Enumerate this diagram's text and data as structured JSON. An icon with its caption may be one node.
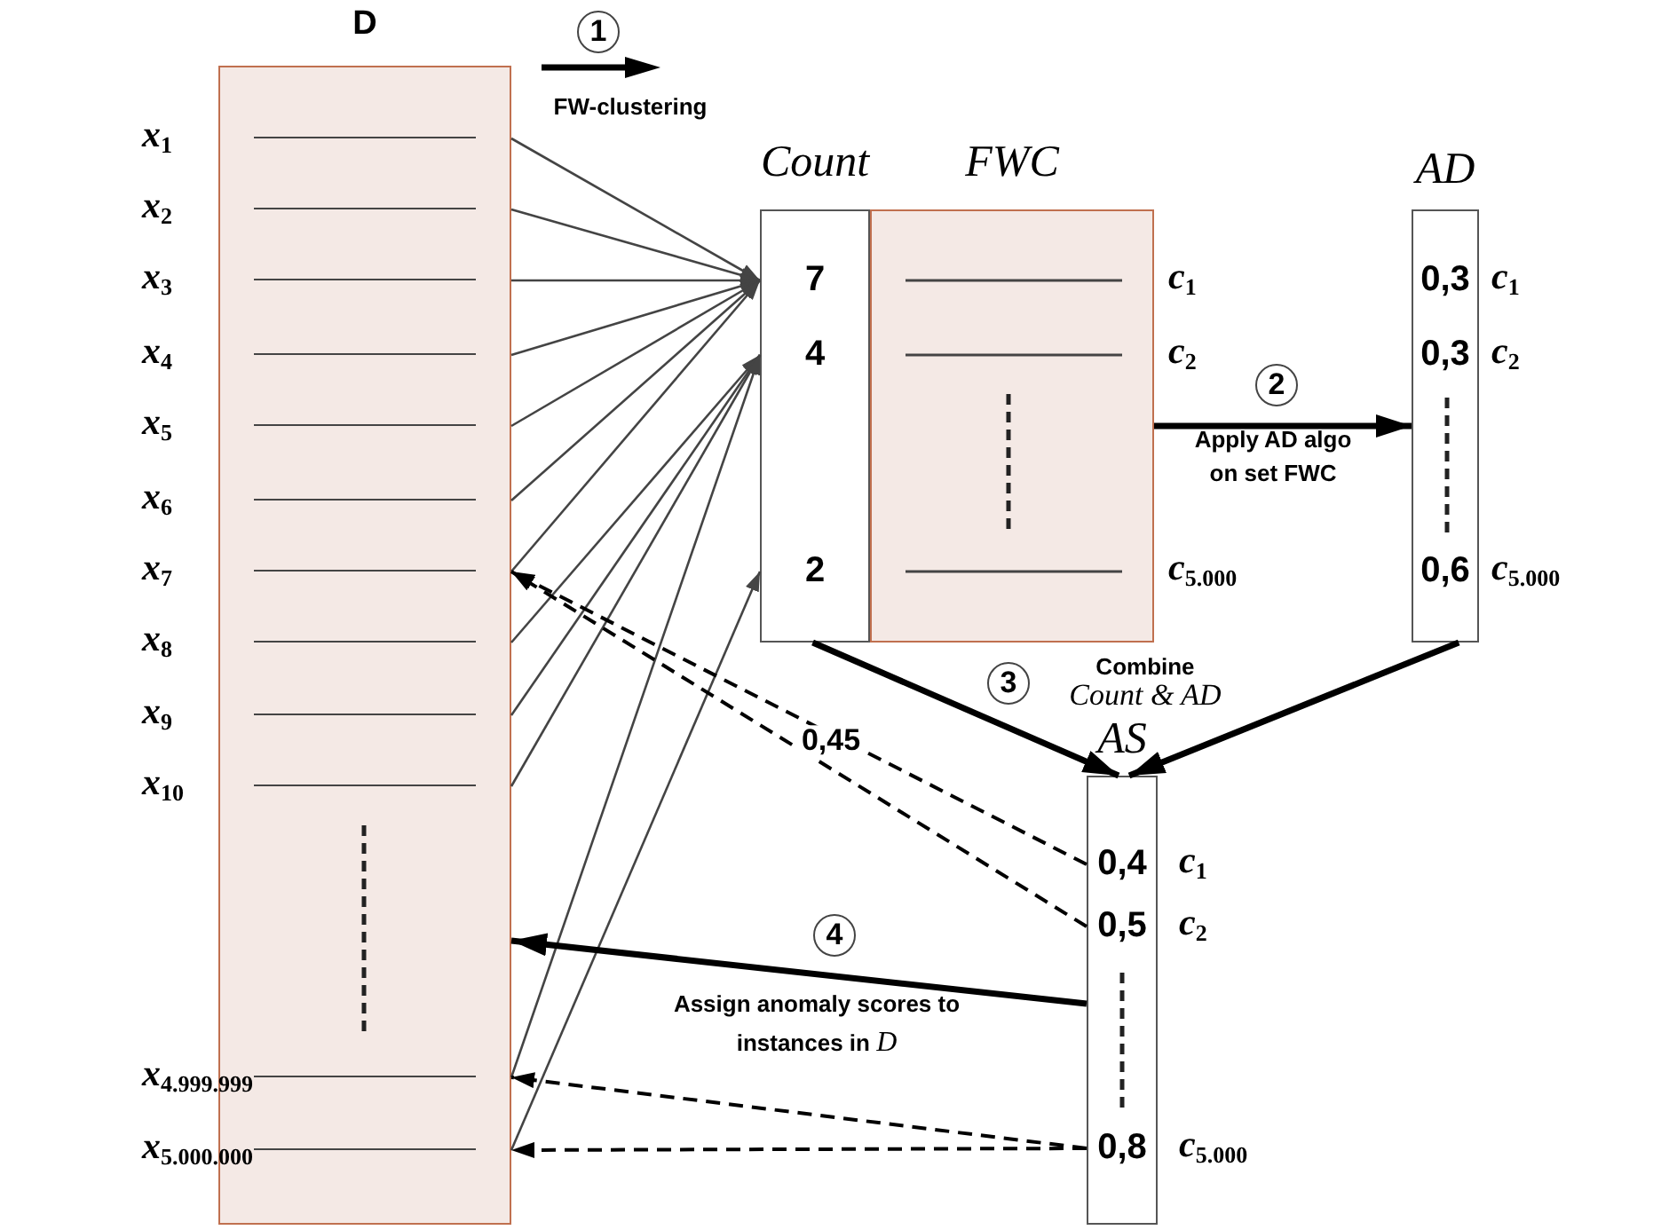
{
  "diagram": {
    "nodes": [
      {
        "text": [
          "D"
        ]
      },
      {
        "text": [
          "*x*$_{1}$"
        ]
      },
      {
        "text": [
          "*x*$_{2}$"
        ]
      },
      {
        "text": [
          "*x*$_{3}$"
        ]
      },
      {
        "text": [
          "*x*$_{4}$"
        ]
      },
      {
        "text": [
          "*x*$_{5}$"
        ]
      },
      {
        "text": [
          "*x*$_{6}$"
        ]
      },
      {
        "text": [
          "*x*$_{7}$"
        ]
      },
      {
        "text": [
          "*x*$_{8}$"
        ]
      },
      {
        "text": [
          "*x*$_{9}$"
        ]
      },
      {
        "text": [
          "*x*$_{10}$"
        ]
      },
      {
        "text": [
          "*x*$_{4.999.999}$"
        ]
      },
      {
        "text": [
          "*x*$_{5.000.000}$"
        ]
      },
      {
        "text": [
          "Count"
        ]
      },
      {
        "text": [
          "7"
        ],
        "in": 13
      },
      {
        "text": [
          "4"
        ],
        "in": 13
      },
      {
        "text": [
          "2"
        ],
        "in": 13
      },
      {
        "text": [
          "FWC"
        ],
        "beside": [
          "*c*$_{1}$",
          "*c*$_{2}$",
          "*c*$_{5.000}$"
        ]
      },
      {
        "text": [
          "AD",
          "0,3",
          "0,3",
          "0,6"
        ],
        "beside": [
          "*c*$_{1}$",
          "*c*$_{2}$",
          "*c*$_{5.000}$"
        ]
      },
      {
        "text": [
          "AS"
        ]
      },
      {
        "text": [
          "0,4"
        ],
        "in": 19,
        "beside": [
          "*c*$_{1}$"
        ]
      },
      {
        "text": [
          "0,5"
        ],
        "in": 19,
        "beside": [
          "*c*$_{2}$"
        ]
      },
      {
        "text": [
          "0,8"
        ],
        "in": 19,
        "beside": [
          "*c*$_{5.000}$"
        ]
      }
    ],
    "edges": [
      {
        "from": 1,
        "to": 14,
        "arrow": "to"
      },
      {
        "from": 2,
        "to": 14,
        "arrow": "to"
      },
      {
        "from": 3,
        "to": 14,
        "arrow": "to"
      },
      {
        "from": 4,
        "to": 14,
        "arrow": "to"
      },
      {
        "from": 5,
        "to": 14,
        "arrow": "to"
      },
      {
        "from": 6,
        "to": 14,
        "arrow": "to"
      },
      {
        "from": 7,
        "to": 14,
        "arrow": "to"
      },
      {
        "from": 8,
        "to": 15,
        "arrow": "to"
      },
      {
        "from": 9,
        "to": 15,
        "arrow": "to"
      },
      {
        "from": 10,
        "to": 15,
        "arrow": "to"
      },
      {
        "from": 11,
        "to": 15,
        "arrow": "to"
      },
      {
        "from": 12,
        "to": 16,
        "arrow": "to"
      },
      {
        "from": 17,
        "to": 18,
        "arrow": "to",
        "style": "thick",
        "label": "Apply AD algo on set FWC"
      },
      {
        "from": 13,
        "to": 19,
        "arrow": "to",
        "style": "thick"
      },
      {
        "from": 18,
        "to": 19,
        "arrow": "to",
        "style": "thick"
      },
      {
        "from": 19,
        "to": 0,
        "arrow": "to",
        "style": "thick",
        "label": "Assign anomaly scores to instances in *D*"
      },
      {
        "from": 20,
        "to": 7,
        "arrow": "to",
        "style": "dashed",
        "label": "0,45"
      },
      {
        "from": 21,
        "to": 7,
        "arrow": "to",
        "style": "dashed"
      },
      {
        "from": 22,
        "to": 11,
        "arrow": "to",
        "style": "dashed"
      },
      {
        "from": 22,
        "to": 12,
        "arrow": "to",
        "style": "dashed"
      }
    ],
    "labels": [
      "1",
      "FW-clustering",
      "2",
      "3",
      "Combine *Count & AD*",
      "4"
    ]
  }
}
